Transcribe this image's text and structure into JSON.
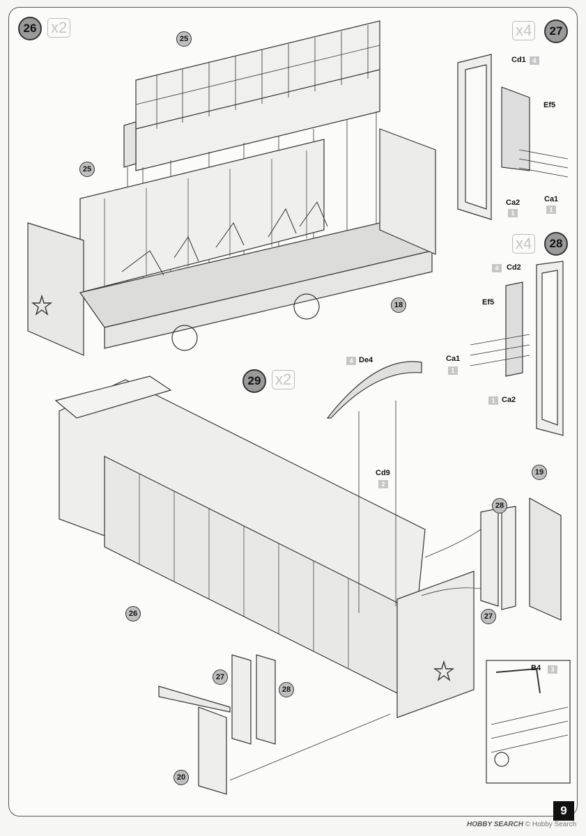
{
  "page": {
    "number": "9"
  },
  "steps": [
    {
      "num": "26",
      "mult": "x2"
    },
    {
      "num": "27",
      "mult": "x4"
    },
    {
      "num": "28",
      "mult": "x4"
    },
    {
      "num": "29",
      "mult": "x2"
    }
  ],
  "callouts": {
    "c25a": "25",
    "c25b": "25",
    "c18": "18",
    "c19": "19",
    "c28a": "28",
    "c27a": "27",
    "c26": "26",
    "c27b": "27",
    "c28b": "28",
    "c20": "20"
  },
  "labels": {
    "cd1": "Cd1",
    "cd1_qty": "4",
    "ef5_a": "Ef5",
    "ca2_a": "Ca2",
    "ca2_a_qty": "1",
    "ca1_a": "Ca1",
    "ca1_a_qty": "1",
    "cd2": "Cd2",
    "cd2_qty": "4",
    "ef5_b": "Ef5",
    "ca1_b": "Ca1",
    "ca1_b_qty": "1",
    "ca2_b": "Ca2",
    "ca2_b_qty": "1",
    "de4": "De4",
    "de4_qty": "4",
    "cd9": "Cd9",
    "cd9_qty": "2",
    "b4": "B4",
    "b4_qty": "3"
  },
  "watermark": {
    "logo": "HOBBY SEARCH",
    "text": "© Hobby Search"
  },
  "icons": [
    "red-star-emblem-icon",
    "tram-car-drawing",
    "door-panel-drawing"
  ]
}
